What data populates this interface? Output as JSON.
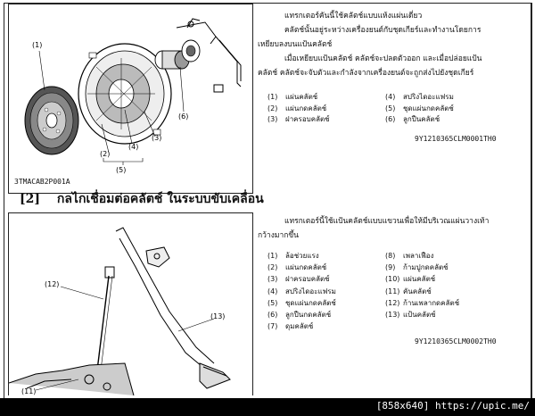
{
  "fig1": {
    "code": "3TMACAB2P001A",
    "callouts": [
      "(1)",
      "(2)",
      "(3)",
      "(4)",
      "(5)",
      "(6)"
    ]
  },
  "section": {
    "number": "[2]",
    "title": "กลไกเชื่อมต่อคลัตช์ ในระบบขับเคลื่อน"
  },
  "fig2": {
    "callouts": [
      "(12)",
      "(13)",
      "(11)"
    ]
  },
  "part1": {
    "para1_line1": "แทรกเตอร์คันนี้ใช้คลัตช์แบบแห้งแผ่นเดี่ยว",
    "para1_line2": "คลัตช์นั้นอยู่ระหว่างเครื่องยนต์กับชุดเกียร์และทำงานโดยการ",
    "para1_line3": "เหยียบลงบนแป้นคลัตช์",
    "para2_line1": "เมื่อเหยียบแป้นคลัตช์ คลัตช์จะปลดตัวออก และเมื่อปล่อยแป้น",
    "para2_line2": "คลัตช์ คลัตช์จะจับตัวและกำลังจากเครื่องยนต์จะถูกส่งไปยังชุดเกียร์",
    "items_left": [
      {
        "n": "(1)",
        "t": "แผ่นคลัตช์"
      },
      {
        "n": "(2)",
        "t": "แผ่นกดคลัตช์"
      },
      {
        "n": "(3)",
        "t": "ฝาครอบคลัตช์"
      }
    ],
    "items_right": [
      {
        "n": "(4)",
        "t": "สปริงไดอะแฟรม"
      },
      {
        "n": "(5)",
        "t": "ชุดแผ่นกดคลัตช์"
      },
      {
        "n": "(6)",
        "t": "ลูกปืนคลัตช์"
      }
    ],
    "code": "9Y1210365CLM0001TH0"
  },
  "part2": {
    "para_line1": "แทรกเตอร์นี้ใช้แป้นคลัตช์แบบแขวนเพื่อให้มีบริเวณแผ่นวางเท้า",
    "para_line2": "กว้างมากขึ้น",
    "items_left": [
      {
        "n": "(1)",
        "t": "ล้อช่วยแรง"
      },
      {
        "n": "(2)",
        "t": "แผ่นกดคลัตช์"
      },
      {
        "n": "(3)",
        "t": "ฝาครอบคลัตช์"
      },
      {
        "n": "(4)",
        "t": "สปริงไดอะแฟรม"
      },
      {
        "n": "(5)",
        "t": "ชุดแผ่นกดคลัตช์"
      },
      {
        "n": "(6)",
        "t": "ลูกปืนกดคลัตช์"
      },
      {
        "n": "(7)",
        "t": "ดุมคลัตช์"
      }
    ],
    "items_right": [
      {
        "n": "(8)",
        "t": "เพลาเฟือง"
      },
      {
        "n": "(9)",
        "t": "ก้ามปูกดคลัตช์"
      },
      {
        "n": "(10)",
        "t": "แผ่นคลัตช์"
      },
      {
        "n": "(11)",
        "t": "คันคลัตช์"
      },
      {
        "n": "(12)",
        "t": "ก้านเพลากดคลัตช์"
      },
      {
        "n": "(13)",
        "t": "แป้นคลัตช์"
      }
    ],
    "code": "9Y1210365CLM0002TH0"
  },
  "watermark": "[858x640] https://upic.me/"
}
